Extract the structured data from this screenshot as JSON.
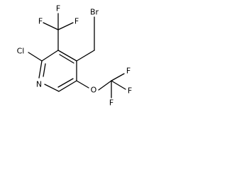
{
  "molecule": {
    "atoms": {
      "br": "Br",
      "cl": "Cl",
      "n": "N",
      "o": "O",
      "f_top_left": "F",
      "f_top_mid": "F",
      "f_top_right": "F",
      "f_right_top": "F",
      "f_right_mid": "F",
      "f_right_bottom": "F"
    }
  }
}
